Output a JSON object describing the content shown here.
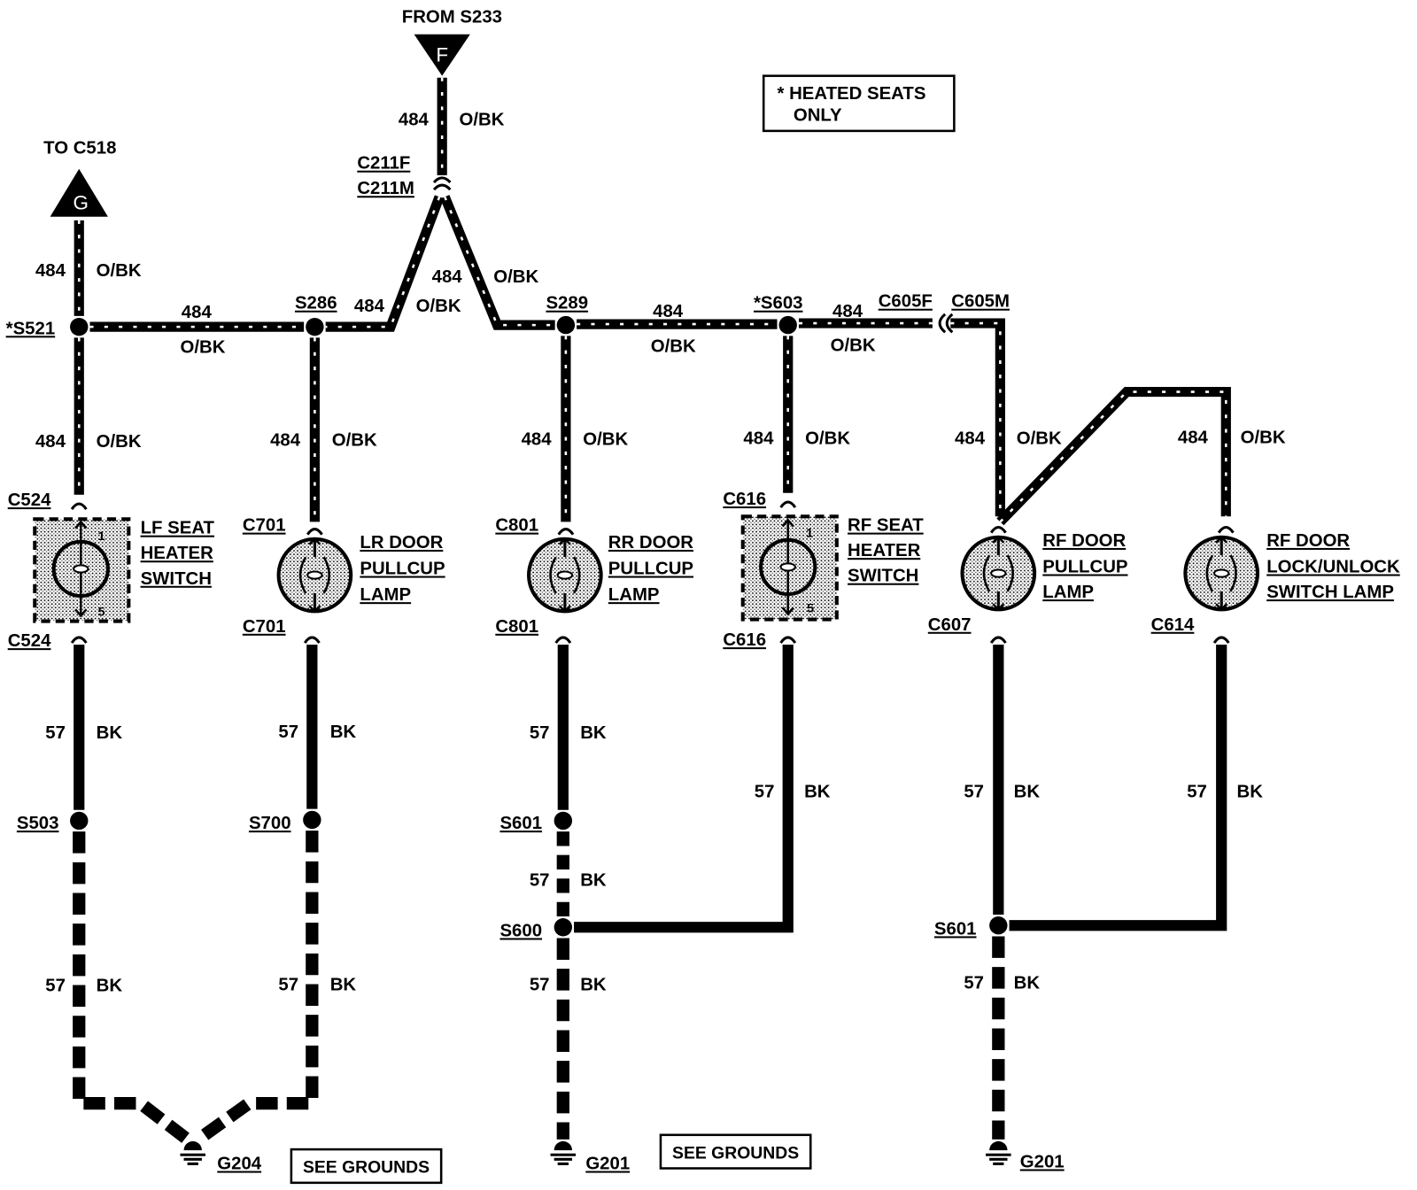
{
  "top_feed": {
    "from_label": "FROM S233",
    "connector": "F",
    "circuit": "484",
    "color": "O/BK"
  },
  "left_feed": {
    "to_label": "TO C518",
    "connector": "G",
    "circuit": "484",
    "color": "O/BK"
  },
  "note": {
    "line1": "* HEATED SEATS",
    "line2": "ONLY"
  },
  "inline_connectors": {
    "c211f": "C211F",
    "c211m": "C211M",
    "c605f": "C605F",
    "c605m": "C605M"
  },
  "splices": {
    "s521": "*S521",
    "s286": "S286",
    "s289": "S289",
    "s603": "*S603",
    "s503": "S503",
    "s700": "S700",
    "s601_center": "S601",
    "s600": "S600",
    "s601_right": "S601"
  },
  "wires": {
    "s521_s286": {
      "circuit": "484",
      "color": "O/BK"
    },
    "c211_s286": {
      "circuit": "484",
      "color": "O/BK"
    },
    "c211_s289": {
      "circuit": "484",
      "color": "O/BK"
    },
    "s289_s603": {
      "circuit": "484",
      "color": "O/BK"
    },
    "s603_c605": {
      "circuit": "484",
      "color": "O/BK"
    },
    "s521_c524": {
      "circuit": "484",
      "color": "O/BK"
    },
    "s286_c701": {
      "circuit": "484",
      "color": "O/BK"
    },
    "s289_c801": {
      "circuit": "484",
      "color": "O/BK"
    },
    "s603_c616": {
      "circuit": "484",
      "color": "O/BK"
    },
    "c605_c607": {
      "circuit": "484",
      "color": "O/BK"
    },
    "c605_c614": {
      "circuit": "484",
      "color": "O/BK"
    },
    "c524_s503": {
      "circuit": "57",
      "color": "BK"
    },
    "s503_g204": {
      "circuit": "57",
      "color": "BK"
    },
    "c701_s700": {
      "circuit": "57",
      "color": "BK"
    },
    "s700_g204": {
      "circuit": "57",
      "color": "BK"
    },
    "c801_s601": {
      "circuit": "57",
      "color": "BK"
    },
    "s601_s600": {
      "circuit": "57",
      "color": "BK"
    },
    "s600_g201": {
      "circuit": "57",
      "color": "BK"
    },
    "c616_s600": {
      "circuit": "57",
      "color": "BK"
    },
    "c607_s601": {
      "circuit": "57",
      "color": "BK"
    },
    "c614_s601": {
      "circuit": "57",
      "color": "BK"
    },
    "s601_g201": {
      "circuit": "57",
      "color": "BK"
    }
  },
  "components": {
    "lf_seat_heater_switch": {
      "label": [
        "LF SEAT",
        "HEATER",
        "SWITCH"
      ],
      "connector_top": "C524",
      "connector_bottom": "C524",
      "pin_top": "1",
      "pin_bottom": "5"
    },
    "lr_door_pullcup_lamp": {
      "label": [
        "LR DOOR",
        "PULLCUP",
        "LAMP"
      ],
      "connector_top": "C701",
      "connector_bottom": "C701"
    },
    "rr_door_pullcup_lamp": {
      "label": [
        "RR DOOR",
        "PULLCUP",
        "LAMP"
      ],
      "connector_top": "C801",
      "connector_bottom": "C801"
    },
    "rf_seat_heater_switch": {
      "label": [
        "RF SEAT",
        "HEATER",
        "SWITCH"
      ],
      "connector_top": "C616",
      "connector_bottom": "C616",
      "pin_top": "1",
      "pin_bottom": "5"
    },
    "rf_door_pullcup_lamp": {
      "label": [
        "RF DOOR",
        "PULLCUP",
        "LAMP"
      ],
      "connector": "C607"
    },
    "rf_door_lock_unlock_switch_lamp": {
      "label": [
        "RF DOOR",
        "LOCK/UNLOCK",
        "SWITCH LAMP"
      ],
      "connector": "C614"
    }
  },
  "grounds": {
    "g204": {
      "name": "G204",
      "note": "SEE GROUNDS"
    },
    "g201_center": {
      "name": "G201",
      "note": "SEE GROUNDS"
    },
    "g201_right": {
      "name": "G201"
    }
  },
  "colors": {
    "wire": "#000000",
    "background": "#ffffff"
  }
}
